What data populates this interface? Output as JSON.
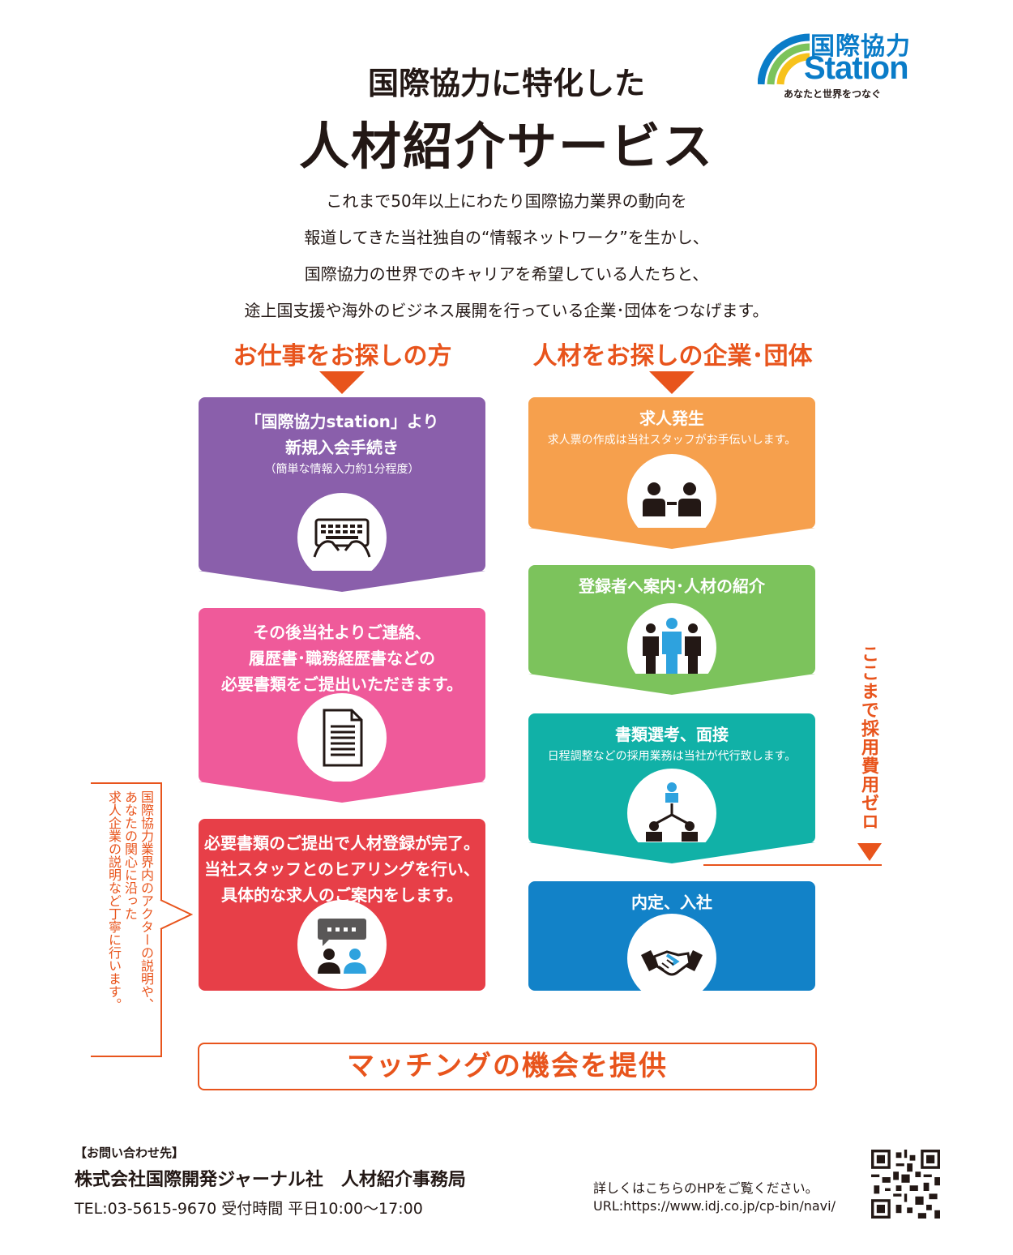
{
  "logo": {
    "kanji": "国際協力",
    "station": "Station",
    "tagline": "あなたと世界をつなぐ"
  },
  "heading": {
    "line1": "国際協力に特化した",
    "line2": "人材紹介サービス"
  },
  "intro": [
    "これまで50年以上にわたり国際協力業界の動向を",
    "報道してきた当社独自の“情報ネットワーク”を生かし、",
    "国際協力の世界でのキャリアを希望している人たちと、",
    "途上国支援や海外のビジネス展開を行っている企業･団体をつなげます。"
  ],
  "left_column": {
    "title": "お仕事をお探しの方",
    "steps": [
      {
        "lines": [
          "「国際協力station」より",
          "新規入会手続き"
        ],
        "sub": "（簡単な情報入力約1分程度）",
        "icon": "keyboard-icon",
        "color": "#8a5fab"
      },
      {
        "lines": [
          "その後当社よりご連絡、",
          "履歴書･職務経歴書などの",
          "必要書類をご提出いただきます。"
        ],
        "icon": "document-icon",
        "color": "#ef5a9a"
      },
      {
        "lines": [
          "必要書類のご提出で人材登録が完了。",
          "当社スタッフとのヒアリングを行い、",
          "具体的な求人のご案内をします。"
        ],
        "icon": "consultation-icon",
        "color": "#e73f48"
      }
    ]
  },
  "right_column": {
    "title": "人材をお探しの企業･団体",
    "steps": [
      {
        "title": "求人発生",
        "sub": "求人票の作成は当社スタッフがお手伝いします。",
        "icon": "meeting-icon",
        "color": "#f6a04d"
      },
      {
        "title": "登録者へ案内･人材の紹介",
        "icon": "people-group-icon",
        "color": "#7cc35c"
      },
      {
        "title": "書類選考、面接",
        "sub": "日程調整などの採用業務は当社が代行致します。",
        "icon": "org-chart-icon",
        "color": "#11b1a7"
      },
      {
        "title": "内定、入社",
        "icon": "handshake-icon",
        "color": "#1282c8"
      }
    ]
  },
  "side_note": [
    "国際協力業界内のアクターの説明や、",
    "あなたの関心に沿った",
    "求人企業の説明など丁寧に行います。"
  ],
  "zero_cost": "ここまで採用費用ゼロ",
  "matching": "マッチングの機会を提供",
  "contact": {
    "label": "【お問い合わせ先】",
    "company": "株式会社国際開発ジャーナル社　人材紹介事務局",
    "tel": "TEL:03-5615-9670  受付時間  平日10:00〜17:00"
  },
  "hp": {
    "note": "詳しくはこちらのHPをご覧ください。",
    "url": "URL:https://www.idj.co.jp/cp-bin/navi/"
  },
  "colors": {
    "accent": "#e8541c",
    "logo_blue": "#0a7cc8"
  }
}
